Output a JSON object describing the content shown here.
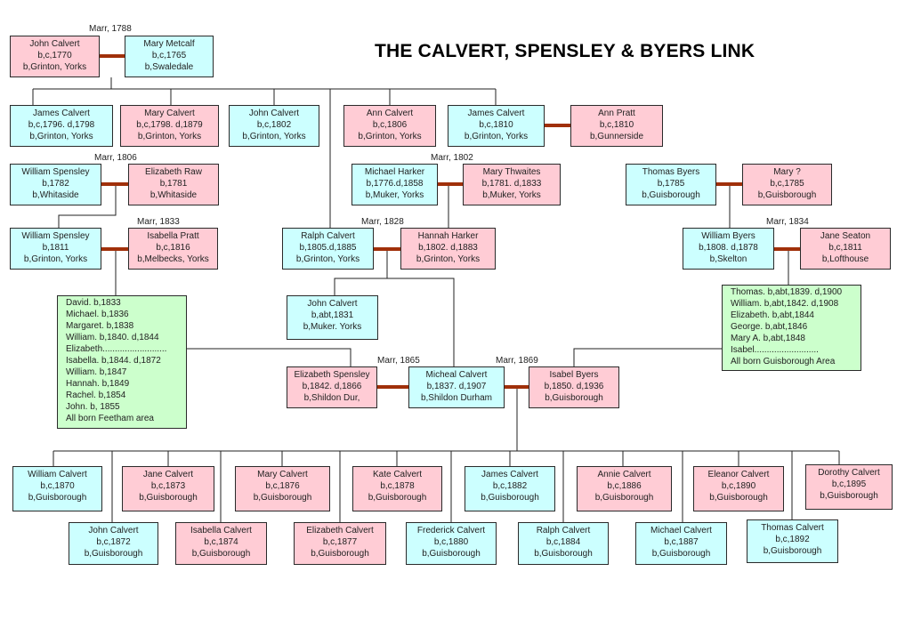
{
  "title": "THE CALVERT, SPENSLEY & BYERS LINK",
  "colors": {
    "male": "#ccffff",
    "female": "#ffccd5",
    "group": "#ccffcc",
    "marriage_line": "#a0300a",
    "line": "#222222"
  },
  "marriages": {
    "m1788": "Marr, 1788",
    "m1806": "Marr, 1806",
    "m1802": "Marr, 1802",
    "m1833": "Marr, 1833",
    "m1828": "Marr, 1828",
    "m1834": "Marr, 1834",
    "m1865": "Marr, 1865",
    "m1869": "Marr, 1869"
  },
  "people": {
    "john_calvert_1770": [
      "John Calvert",
      "b,c,1770",
      "b,Grinton, Yorks"
    ],
    "mary_metcalf": [
      "Mary Metcalf",
      "b,c,1765",
      "b,Swaledale"
    ],
    "james_calvert_1796": [
      "James Calvert",
      "b,c,1796. d,1798",
      "b,Grinton, Yorks"
    ],
    "mary_calvert_1798": [
      "Mary Calvert",
      "b,c,1798. d,1879",
      "b,Grinton, Yorks"
    ],
    "john_calvert_1802": [
      "John Calvert",
      "b,c,1802",
      "b,Grinton, Yorks"
    ],
    "ann_calvert_1806": [
      "Ann Calvert",
      "b,c,1806",
      "b,Grinton, Yorks"
    ],
    "james_calvert_1810": [
      "James Calvert",
      "b,c,1810",
      "b,Grinton, Yorks"
    ],
    "ann_pratt": [
      "Ann Pratt",
      "b,c,1810",
      "b,Gunnerside"
    ],
    "william_spensley_1782": [
      "William Spensley",
      "b,1782",
      "b,Whitaside"
    ],
    "elizabeth_raw": [
      "Elizabeth Raw",
      "b,1781",
      "b,Whitaside"
    ],
    "michael_harker": [
      "Michael Harker",
      "b,1776.d,1858",
      "b,Muker, Yorks"
    ],
    "mary_thwaites": [
      "Mary Thwaites",
      "b,1781. d,1833",
      "b,Muker, Yorks"
    ],
    "thomas_byers_1785": [
      "Thomas Byers",
      "b,1785",
      "b,Guisborough"
    ],
    "mary_q": [
      "Mary ?",
      "b,c,1785",
      "b,Guisborough"
    ],
    "william_spensley_1811": [
      "William Spensley",
      "b,1811",
      "b,Grinton, Yorks"
    ],
    "isabella_pratt": [
      "Isabella Pratt",
      "b,c,1816",
      "b,Melbecks, Yorks"
    ],
    "ralph_calvert_1805": [
      "Ralph Calvert",
      "b,1805.d,1885",
      "b,Grinton, Yorks"
    ],
    "hannah_harker": [
      "Hannah Harker",
      "b,1802. d,1883",
      "b,Grinton, Yorks"
    ],
    "william_byers": [
      "William Byers",
      "b,1808. d,1878",
      "b,Skelton"
    ],
    "jane_seaton": [
      "Jane Seaton",
      "b,c,1811",
      "b,Lofthouse"
    ],
    "john_calvert_1831": [
      "John Calvert",
      "b,abt,1831",
      "b,Muker. Yorks"
    ],
    "elizabeth_spensley": [
      "Elizabeth Spensley",
      "b,1842. d,1866",
      "b,Shildon Dur,"
    ],
    "micheal_calvert": [
      "Micheal Calvert",
      "b,1837. d,1907",
      "b,Shildon Durham"
    ],
    "isabel_byers": [
      "Isabel Byers",
      "b,1850. d,1936",
      "b,Guisborough"
    ],
    "c_william": [
      "William Calvert",
      "b,c,1870",
      "b,Guisborough"
    ],
    "c_john": [
      "John Calvert",
      "b,c,1872",
      "b,Guisborough"
    ],
    "c_jane": [
      "Jane Calvert",
      "b,c,1873",
      "b,Guisborough"
    ],
    "c_isabella": [
      "Isabella Calvert",
      "b,c,1874",
      "b,Guisborough"
    ],
    "c_mary": [
      "Mary Calvert",
      "b,c,1876",
      "b,Guisborough"
    ],
    "c_elizabeth": [
      "Elizabeth Calvert",
      "b,c,1877",
      "b,Guisborough"
    ],
    "c_kate": [
      "Kate Calvert",
      "b,c,1878",
      "b,Guisborough"
    ],
    "c_frederick": [
      "Frederick Calvert",
      "b,c,1880",
      "b,Guisborough"
    ],
    "c_james": [
      "James Calvert",
      "b,c,1882",
      "b,Guisborough"
    ],
    "c_ralph": [
      "Ralph Calvert",
      "b,c,1884",
      "b,Guisborough"
    ],
    "c_annie": [
      "Annie Calvert",
      "b,c,1886",
      "b,Guisborough"
    ],
    "c_michael": [
      "Michael Calvert",
      "b,c,1887",
      "b,Guisborough"
    ],
    "c_eleanor": [
      "Eleanor Calvert",
      "b,c,1890",
      "b,Guisborough"
    ],
    "c_thomas": [
      "Thomas Calvert",
      "b,c,1892",
      "b,Guisborough"
    ],
    "c_dorothy": [
      "Dorothy Calvert",
      "b,c,1895",
      "b,Guisborough"
    ]
  },
  "groups": {
    "spensley_children": [
      "David. b,1833",
      "Michael. b,1836",
      "Margaret. b,1838",
      "William. b,1840. d,1844",
      "Elizabeth..........................",
      "Isabella. b,1844. d,1872",
      "William. b,1847",
      "Hannah. b,1849",
      "Rachel. b,1854",
      "John. b, 1855",
      "All born Feetham area"
    ],
    "byers_children": [
      "Thomas. b,abt,1839. d,1900",
      "William. b,abt,1842. d,1908",
      "Elizabeth. b,abt,1844",
      "George. b,abt,1846",
      "Mary A. b,abt,1848",
      "Isabel..........................",
      "All born Guisborough Area"
    ]
  }
}
